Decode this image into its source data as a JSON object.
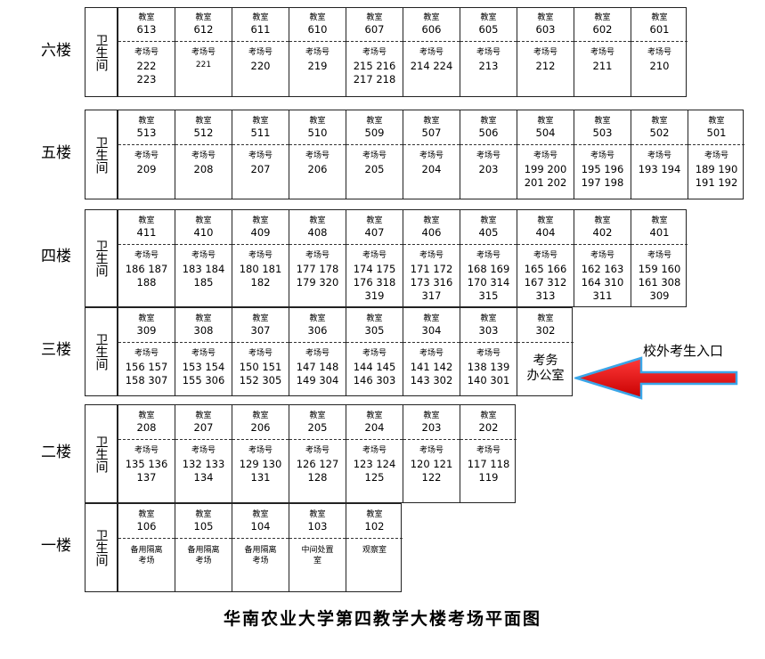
{
  "labels": {
    "room": "教室",
    "exam": "考场号",
    "restroom": "卫生间"
  },
  "title": "华南农业大学第四教学大楼考场平面图",
  "entrance": "校外考生入口",
  "floors": [
    {
      "label": "六楼",
      "rooms": [
        {
          "room": "613",
          "exam": [
            "222",
            "223"
          ]
        },
        {
          "room": "612",
          "exam": [
            "221"
          ],
          "small": true
        },
        {
          "room": "611",
          "exam": [
            "220"
          ]
        },
        {
          "room": "610",
          "exam": [
            "219"
          ]
        },
        {
          "room": "607",
          "exam": [
            "215 216",
            "217 218"
          ]
        },
        {
          "room": "606",
          "exam": [
            "214 224"
          ]
        },
        {
          "room": "605",
          "exam": [
            "213"
          ]
        },
        {
          "room": "603",
          "exam": [
            "212"
          ]
        },
        {
          "room": "602",
          "exam": [
            "211"
          ]
        },
        {
          "room": "601",
          "exam": [
            "210"
          ]
        }
      ]
    },
    {
      "label": "五楼",
      "rooms": [
        {
          "room": "513",
          "exam": [
            "209"
          ]
        },
        {
          "room": "512",
          "exam": [
            "208"
          ]
        },
        {
          "room": "511",
          "exam": [
            "207"
          ]
        },
        {
          "room": "510",
          "exam": [
            "206"
          ]
        },
        {
          "room": "509",
          "exam": [
            "205"
          ]
        },
        {
          "room": "507",
          "exam": [
            "204"
          ]
        },
        {
          "room": "506",
          "exam": [
            "203"
          ]
        },
        {
          "room": "504",
          "exam": [
            "199 200",
            "201 202"
          ]
        },
        {
          "room": "503",
          "exam": [
            "195 196",
            "197 198"
          ]
        },
        {
          "room": "502",
          "exam": [
            "193 194"
          ]
        },
        {
          "room": "501",
          "exam": [
            "189 190",
            "191 192"
          ]
        }
      ]
    },
    {
      "label": "四楼",
      "rooms": [
        {
          "room": "411",
          "exam": [
            "186 187",
            "188"
          ]
        },
        {
          "room": "410",
          "exam": [
            "183 184",
            "185"
          ]
        },
        {
          "room": "409",
          "exam": [
            "180 181",
            "182"
          ]
        },
        {
          "room": "408",
          "exam": [
            "177 178",
            "179 320"
          ]
        },
        {
          "room": "407",
          "exam": [
            "174 175",
            "176 318",
            "319"
          ]
        },
        {
          "room": "406",
          "exam": [
            "171 172",
            "173 316",
            "317"
          ]
        },
        {
          "room": "405",
          "exam": [
            "168 169",
            "170 314",
            "315"
          ]
        },
        {
          "room": "404",
          "exam": [
            "165 166",
            "167 312",
            "313"
          ]
        },
        {
          "room": "402",
          "exam": [
            "162 163",
            "164 310",
            "311"
          ]
        },
        {
          "room": "401",
          "exam": [
            "159 160",
            "161 308",
            "309"
          ]
        }
      ]
    },
    {
      "label": "三楼",
      "rooms": [
        {
          "room": "309",
          "exam": [
            "156 157",
            "158 307"
          ]
        },
        {
          "room": "308",
          "exam": [
            "153 154",
            "155 306"
          ]
        },
        {
          "room": "307",
          "exam": [
            "150 151",
            "152 305"
          ]
        },
        {
          "room": "306",
          "exam": [
            "147 148",
            "149 304"
          ]
        },
        {
          "room": "305",
          "exam": [
            "144 145",
            "146 303"
          ]
        },
        {
          "room": "304",
          "exam": [
            "141 142",
            "143 302"
          ]
        },
        {
          "room": "303",
          "exam": [
            "138 139",
            "140 301"
          ]
        },
        {
          "room": "302",
          "office": [
            "考务",
            "办公室"
          ]
        }
      ]
    },
    {
      "label": "二楼",
      "rooms": [
        {
          "room": "208",
          "exam": [
            "135 136",
            "137"
          ]
        },
        {
          "room": "207",
          "exam": [
            "132 133",
            "134"
          ]
        },
        {
          "room": "206",
          "exam": [
            "129 130",
            "131"
          ]
        },
        {
          "room": "205",
          "exam": [
            "126 127",
            "128"
          ]
        },
        {
          "room": "204",
          "exam": [
            "123 124",
            "125"
          ]
        },
        {
          "room": "203",
          "exam": [
            "120 121",
            "122"
          ]
        },
        {
          "room": "202",
          "exam": [
            "117 118",
            "119"
          ]
        }
      ]
    },
    {
      "label": "一楼",
      "rooms": [
        {
          "room": "106",
          "special": [
            "备用隔离",
            "考场"
          ]
        },
        {
          "room": "105",
          "special": [
            "备用隔离",
            "考场"
          ]
        },
        {
          "room": "104",
          "special": [
            "备用隔离",
            "考场"
          ]
        },
        {
          "room": "103",
          "special": [
            "中间处置",
            "室"
          ]
        },
        {
          "room": "102",
          "special": [
            "观察室"
          ]
        }
      ]
    }
  ]
}
